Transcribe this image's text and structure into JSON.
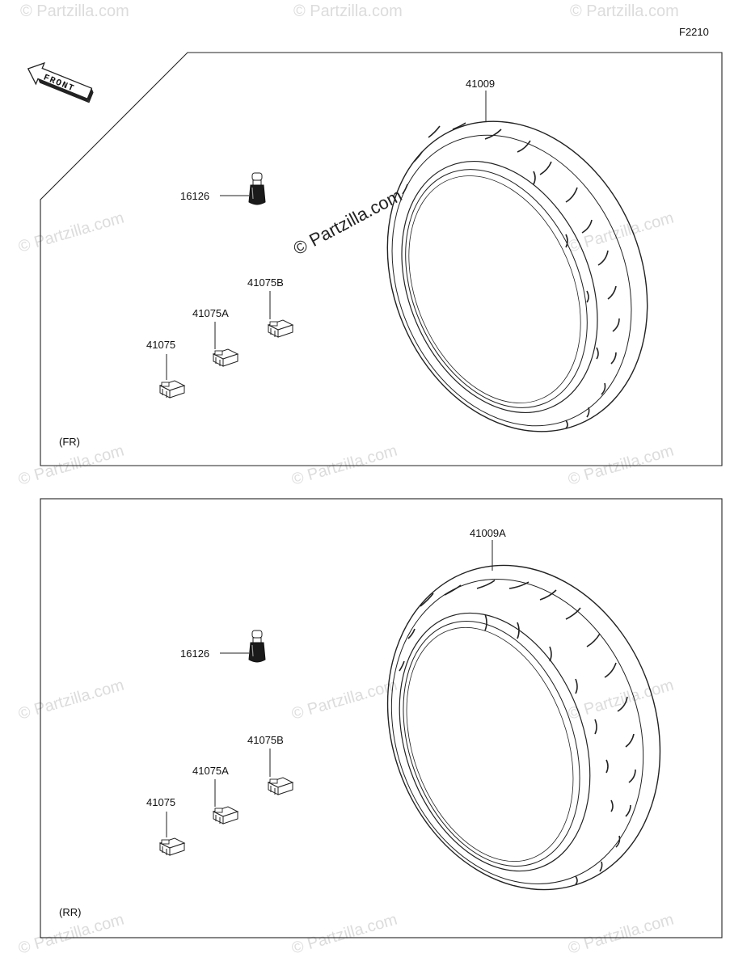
{
  "figure_code": "F2210",
  "front_arrow_label": "FRONT",
  "watermark": "© Partzilla.com",
  "watermark_center": "© Partzilla.com",
  "panels": {
    "front": {
      "tag": "(FR)",
      "tire": "41009",
      "valve": "16126",
      "weight_a": "41075",
      "weight_b": "41075A",
      "weight_c": "41075B"
    },
    "rear": {
      "tag": "(RR)",
      "tire": "41009A",
      "valve": "16126",
      "weight_a": "41075",
      "weight_b": "41075A",
      "weight_c": "41075B"
    }
  }
}
